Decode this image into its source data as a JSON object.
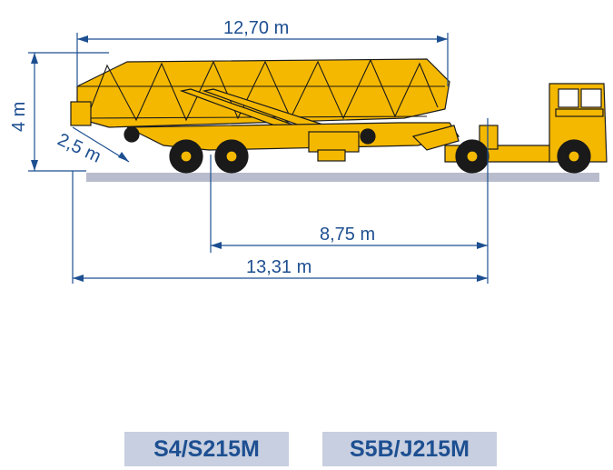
{
  "dimensions": {
    "overall_boom_length": "12,70 m",
    "height": "4 m",
    "rear_overhang": "2,5 m",
    "wheelbase_to_kingpin": "8,75 m",
    "total_length": "13,31 m"
  },
  "models": [
    "S4/S215M",
    "S5B/J215M"
  ],
  "colors": {
    "dimension_blue": "#1d4f91",
    "crane_yellow": "#f5b800",
    "ground": "#b9bccc",
    "tag_background": "#c7cfe0"
  }
}
